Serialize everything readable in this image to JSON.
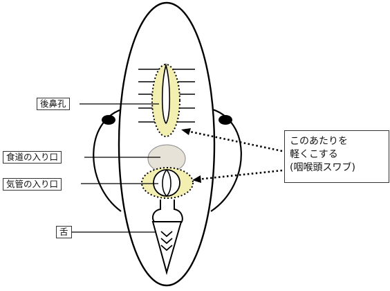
{
  "labels": {
    "posterior_nares": "後鼻孔",
    "esophagus_entrance": "食道の入り口",
    "trachea_entrance": "気管の入り口",
    "tongue": "舌"
  },
  "note": {
    "lines": [
      "このあたりを",
      "軽くこする",
      "(咽喉頭スワブ)"
    ]
  },
  "colors": {
    "highlight": "#F2EFB0",
    "esophagus_fill": "#E6E2D8",
    "line": "#000000"
  }
}
